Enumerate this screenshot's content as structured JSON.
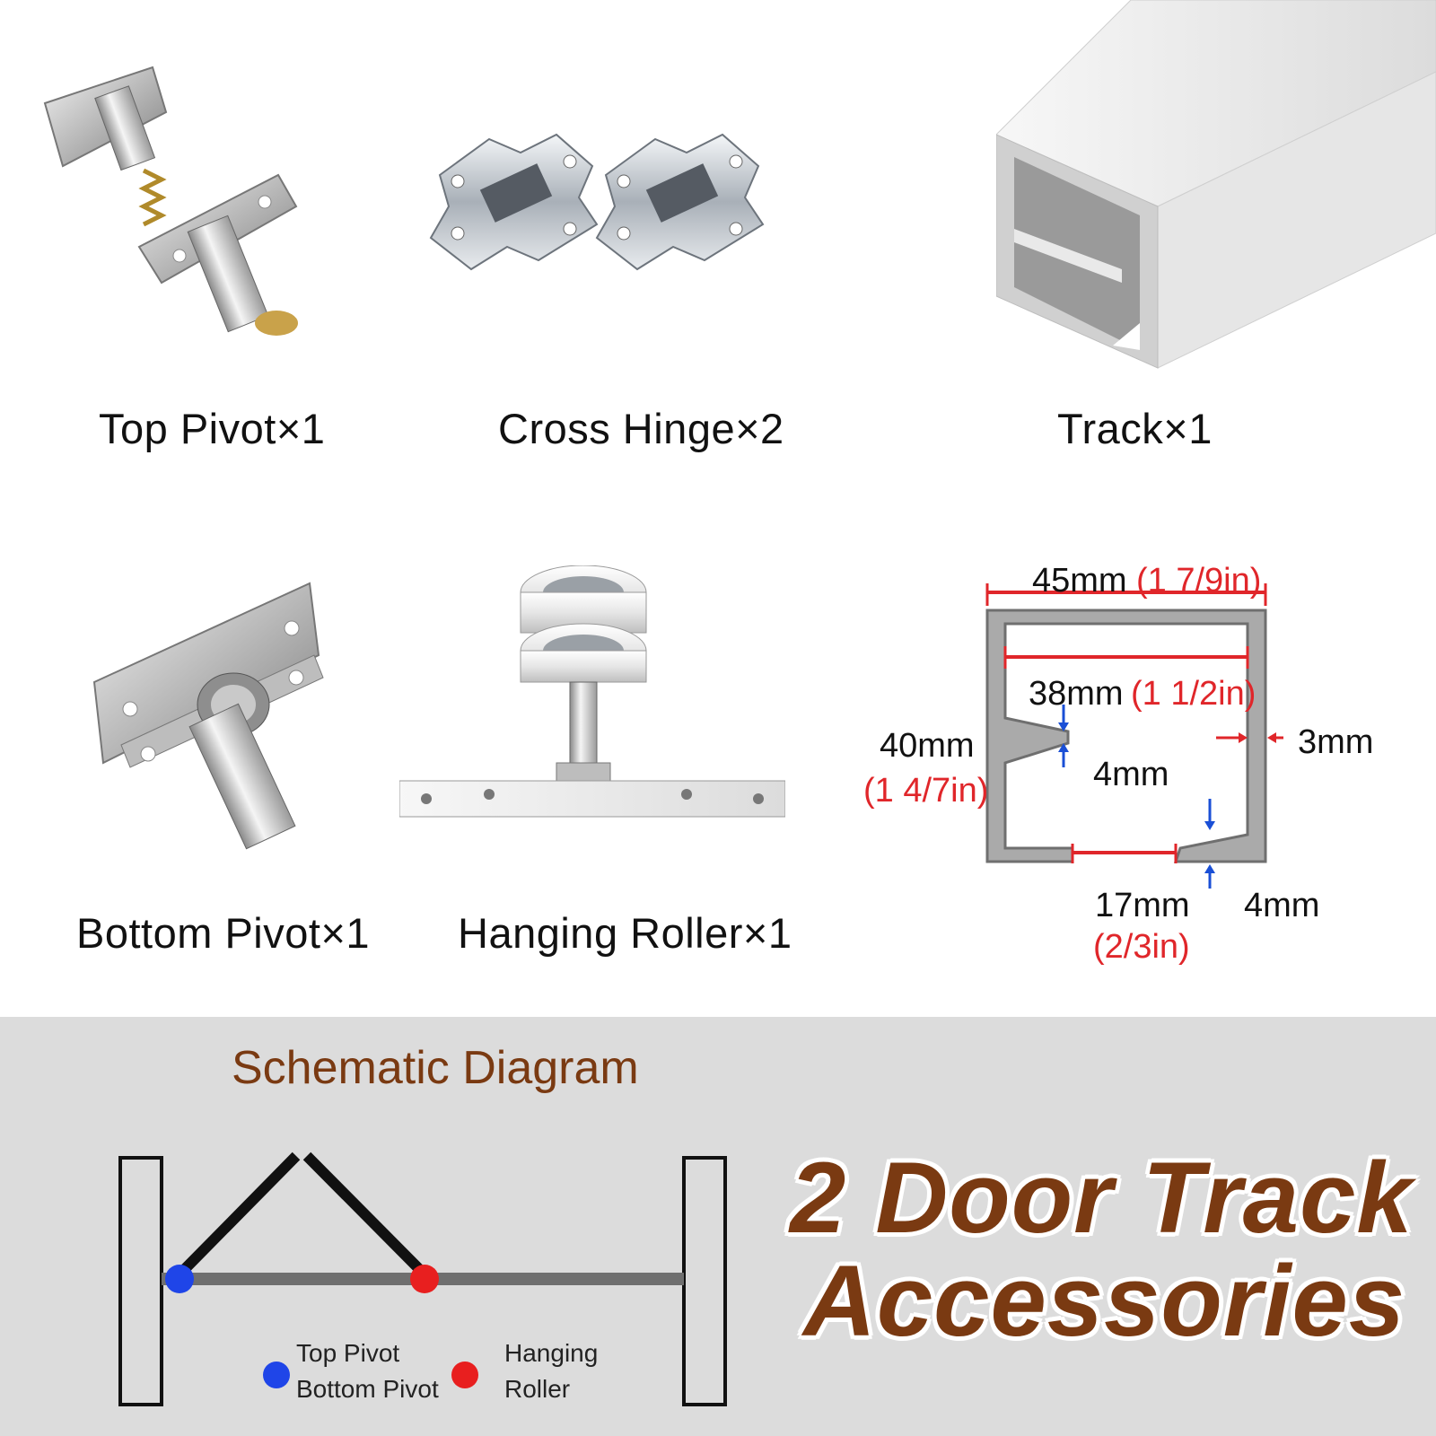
{
  "products": {
    "top_pivot": "Top Pivot×1",
    "cross_hinge": "Cross Hinge×2",
    "track": "Track×1",
    "bottom_pivot": "Bottom Pivot×1",
    "hanging_roller": "Hanging Roller×1"
  },
  "dimensions": {
    "width_outer": "45mm",
    "width_outer_in": "(1 7/9in)",
    "width_inner": "38mm",
    "width_inner_in": "(1 1/2in)",
    "height": "40mm",
    "height_in": "(1 4/7in)",
    "wall": "3mm",
    "lip_top": "4mm",
    "lip_bottom": "4mm",
    "gap": "17mm",
    "gap_in": "(2/3in)"
  },
  "schematic": {
    "title": "Schematic Diagram",
    "legend_blue_line1": "Top Pivot",
    "legend_blue_line2": "Bottom Pivot",
    "legend_red_line1": "Hanging",
    "legend_red_line2": "Roller"
  },
  "headline": {
    "line1": "2 Door Track",
    "line2": "Accessories"
  },
  "colors": {
    "brown": "#7a3a12",
    "dim_red": "#e0262a",
    "dim_blue": "#1a4fd6",
    "pivot_blue": "#1f45e8",
    "roller_red": "#e81f1f",
    "panel_gray": "#dcdcdc"
  }
}
